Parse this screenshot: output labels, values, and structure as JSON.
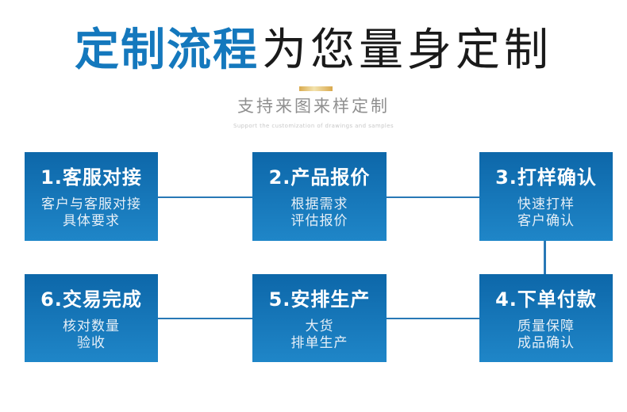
{
  "header": {
    "title_highlight": "定制流程",
    "title_rest": "为您量身定制",
    "subtitle": "支持来图来样定制",
    "subtitle_en": "Support the customization of drawings and samples"
  },
  "steps": [
    {
      "title": "1.客服对接",
      "line1": "客户与客服对接",
      "line2": "具体要求"
    },
    {
      "title": "2.产品报价",
      "line1": "根据需求",
      "line2": "评估报价"
    },
    {
      "title": "3.打样确认",
      "line1": "快速打样",
      "line2": "客户确认"
    },
    {
      "title": "4.下单付款",
      "line1": "质量保障",
      "line2": "成品确认"
    },
    {
      "title": "5.安排生产",
      "line1": "大货",
      "line2": "排单生产"
    },
    {
      "title": "6.交易完成",
      "line1": "核对数量",
      "line2": "验收"
    }
  ],
  "colors": {
    "accent_blue": "#1478bd",
    "title_black": "#1a1a1a",
    "box_gradient_top": "#0d67a9",
    "box_gradient_bottom": "#1f86c8",
    "connector_blue": "#2878b6",
    "gold_bar": "#e3bc66",
    "subtitle_gray": "#8f8f8f",
    "subtitle_en_gray": "#c8c8c8"
  }
}
